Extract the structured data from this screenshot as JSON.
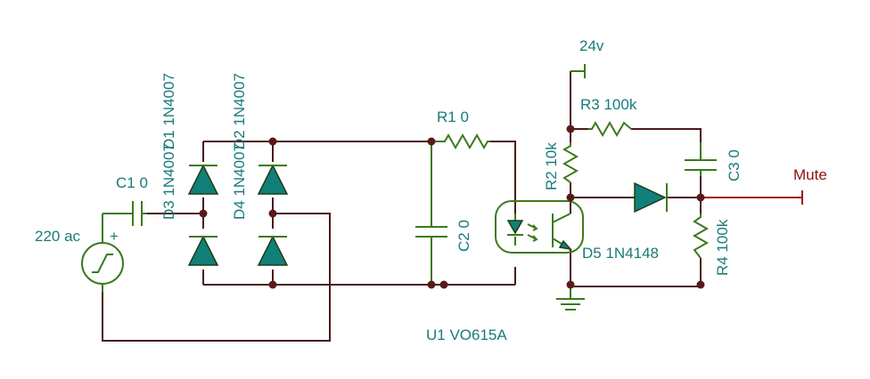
{
  "colors": {
    "wire": "#4a1a1a",
    "component": "#3c7a1c",
    "label": "#1a7a7a",
    "net_label": "#8b1010",
    "diode_fill": "#11807a"
  },
  "components": {
    "source": {
      "ref": "220 ac",
      "plus": "+"
    },
    "c1": {
      "ref": "C1 0"
    },
    "d1": {
      "ref": "D1 1N4007"
    },
    "d3": {
      "ref": "D3 1N4007"
    },
    "d2": {
      "ref": "D2 1N4007"
    },
    "d4": {
      "ref": "D4 1N4007"
    },
    "r1": {
      "ref": "R1 0"
    },
    "c2": {
      "ref": "C2 0"
    },
    "u1": {
      "ref": "U1  VO615A"
    },
    "supply": {
      "ref": "24v"
    },
    "r3": {
      "ref": "R3 100k"
    },
    "r2": {
      "ref": "R2 10k"
    },
    "c3": {
      "ref": "C3 0"
    },
    "d5": {
      "ref": "D5 1N4148"
    },
    "r4": {
      "ref": "R4 100k"
    },
    "output": {
      "ref": "Mute"
    }
  }
}
